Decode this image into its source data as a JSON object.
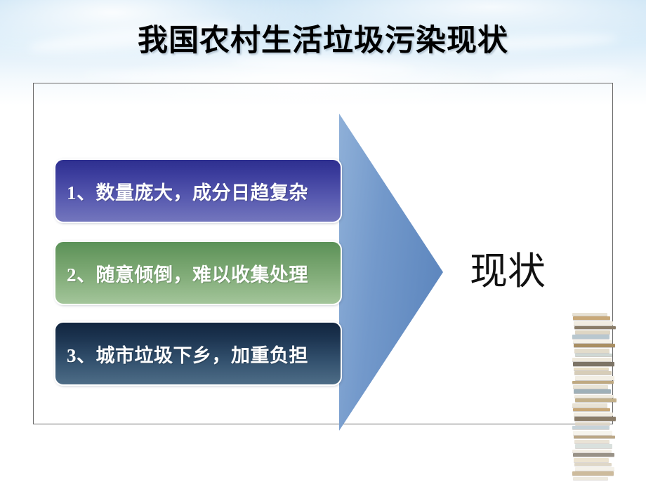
{
  "slide": {
    "title": "我国农村生活垃圾污染现状",
    "arrow_label": "现状",
    "items": [
      {
        "index": "1",
        "label": "1、数量庞大，成分日趋复杂",
        "color": "#3b3c9c"
      },
      {
        "index": "2",
        "label": "2、随意倾倒，难以收集处理",
        "color": "#6a9b63"
      },
      {
        "index": "3",
        "label": "3、城市垃圾下乡，加重负担",
        "color": "#1c3450"
      }
    ],
    "decor": {
      "arrow_icon": "right-arrow-icon",
      "arrow_color": "#7a9fd0",
      "books_icon": "book-stack-image",
      "sky_top_color": "#bcdcf2",
      "frame_border_color": "#6a6a6a",
      "title_color": "#000000"
    }
  }
}
